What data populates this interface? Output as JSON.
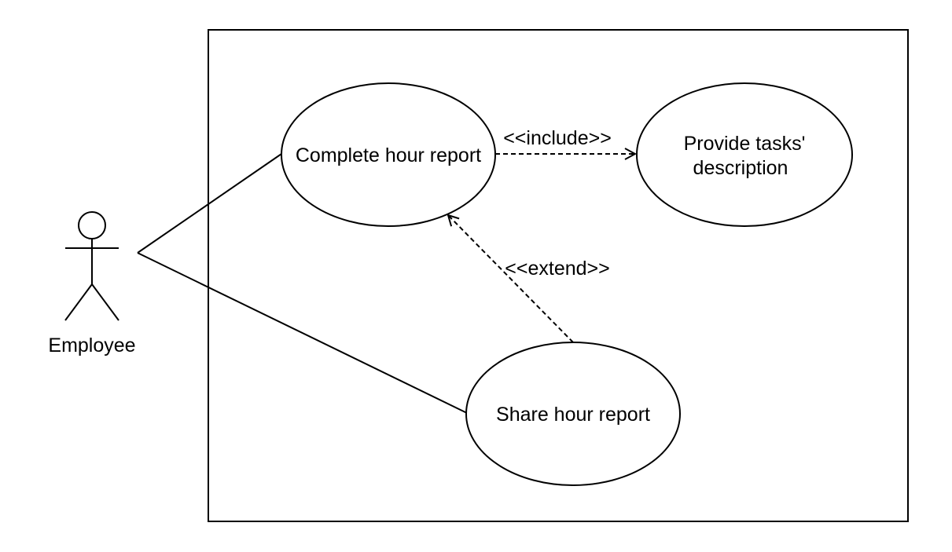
{
  "actor": {
    "name": "Employee"
  },
  "use_cases": {
    "complete_hour_report": {
      "lines": [
        "Complete hour report"
      ]
    },
    "provide_tasks_description": {
      "lines": [
        "Provide tasks'",
        "description"
      ]
    },
    "share_hour_report": {
      "lines": [
        "Share hour report"
      ]
    }
  },
  "relationships": {
    "include_label": "<<include>>",
    "extend_label": "<<extend>>"
  },
  "colors": {
    "stroke": "#000000",
    "background": "#ffffff",
    "text": "#000000"
  }
}
